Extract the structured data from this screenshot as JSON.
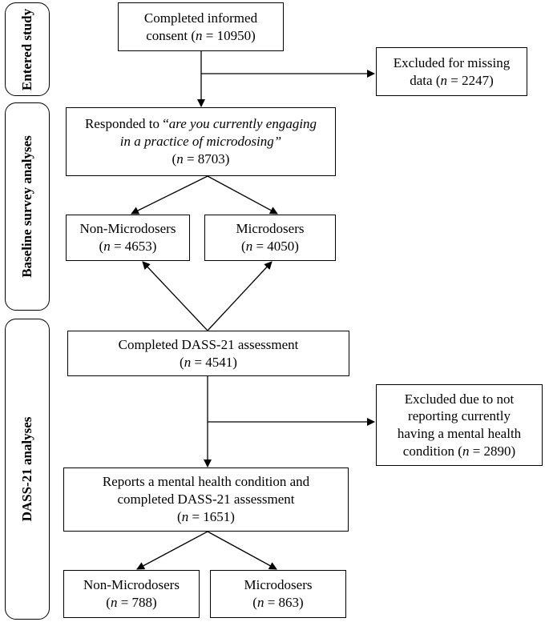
{
  "phases": {
    "entered": [
      "Entered",
      "study"
    ],
    "baseline": "Baseline survey analyses",
    "dass": "DASS-21 analyses"
  },
  "boxes": {
    "consent": {
      "line1": "Completed informed",
      "line2_pre": "consent (",
      "n": "n",
      "line2_post": " = 10950)"
    },
    "excluded_missing": {
      "line1": "Excluded for missing",
      "line2_pre": "data (",
      "n": "n",
      "line2_post": " = 2247)"
    },
    "responded": {
      "line1_pre": "Responded to “",
      "line1_it": "are you currently engaging",
      "line2_it": "in a practice of microdosing”",
      "line3_pre": "(",
      "n": "n",
      "line3_post": " = 8703)"
    },
    "non_micro_1": {
      "line1": "Non-Microdosers",
      "line2_pre": "(",
      "n": "n",
      "line2_post": " = 4653)"
    },
    "micro_1": {
      "line1": "Microdosers",
      "line2_pre": "(",
      "n": "n",
      "line2_post": " = 4050)"
    },
    "dass_completed": {
      "line1": "Completed DASS-21 assessment",
      "line2_pre": "(",
      "n": "n",
      "line2_post": " = 4541)"
    },
    "excluded_not_reporting": {
      "line1": "Excluded due to not",
      "line2": "reporting currently",
      "line3": "having a mental health",
      "line4_pre": "condition (",
      "n": "n",
      "line4_post": " = 2890)"
    },
    "reports_condition": {
      "line1": "Reports a mental health condition and",
      "line2": "completed DASS-21 assessment",
      "line3_pre": "(",
      "n": "n",
      "line3_post": " = 1651)"
    },
    "non_micro_2": {
      "line1": "Non-Microdosers",
      "line2_pre": "(",
      "n": "n",
      "line2_post": " = 788)"
    },
    "micro_2": {
      "line1": "Microdosers",
      "line2_pre": "(",
      "n": "n",
      "line2_post": " = 863)"
    }
  }
}
